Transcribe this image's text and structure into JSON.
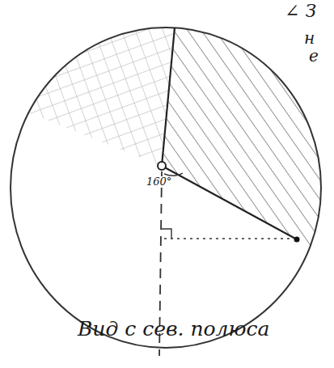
{
  "diagram": {
    "labels": [
      "160°",
      "∠ З",
      "н",
      "е",
      "Вид с сев. полюса"
    ]
  }
}
